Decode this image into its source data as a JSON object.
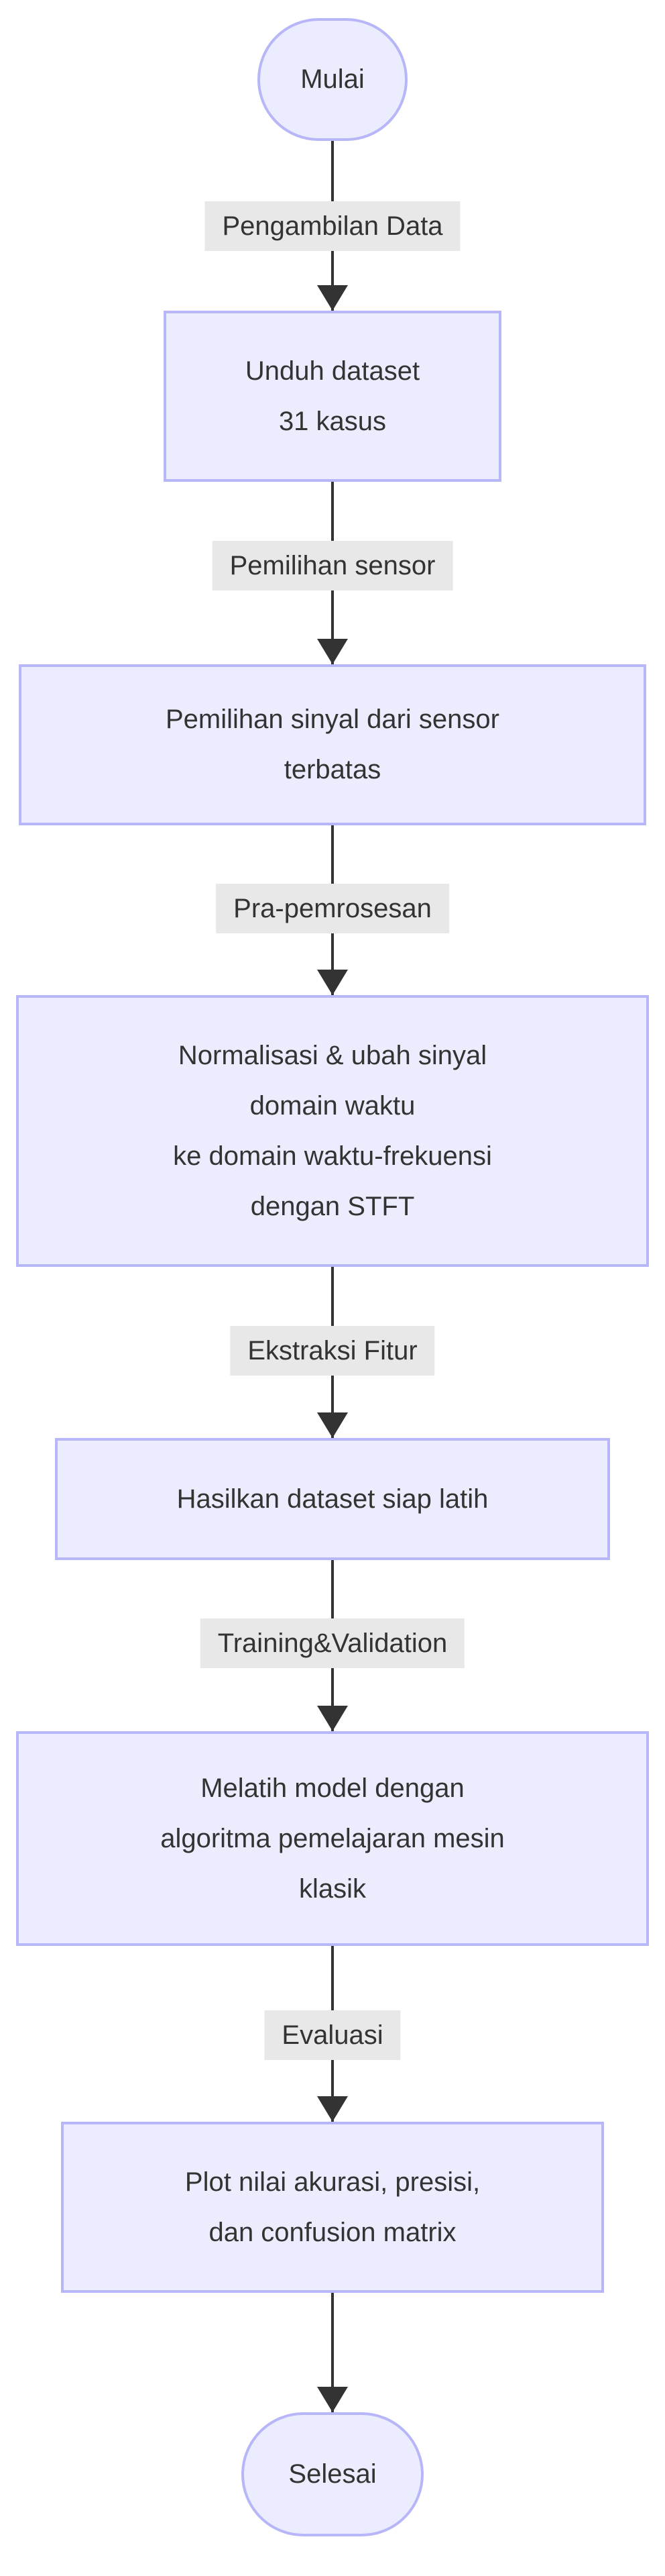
{
  "diagram": {
    "type": "flowchart-top-down",
    "colors": {
      "node_fill": "#ECECFF",
      "node_border": "#b6b6f8",
      "edge_color": "#333333",
      "edge_label_bg": "#e8e8e8",
      "text_color": "#333333",
      "background": "#ffffff"
    },
    "nodes": [
      {
        "id": "start",
        "shape": "stadium",
        "label": "Mulai"
      },
      {
        "id": "download",
        "shape": "rect",
        "label": "Unduh dataset\n31 kasus"
      },
      {
        "id": "select",
        "shape": "rect",
        "label": "Pemilihan sinyal dari sensor\nterbatas"
      },
      {
        "id": "preprocess",
        "shape": "rect",
        "label": "Normalisasi & ubah sinyal\ndomain waktu\nke domain waktu-frekuensi\ndengan STFT"
      },
      {
        "id": "dataset",
        "shape": "rect",
        "label": "Hasilkan dataset siap latih"
      },
      {
        "id": "train",
        "shape": "rect",
        "label": "Melatih model dengan\nalgoritma pemelajaran mesin\nklasik"
      },
      {
        "id": "plot",
        "shape": "rect",
        "label": "Plot nilai akurasi, presisi,\ndan confusion matrix"
      },
      {
        "id": "end",
        "shape": "stadium",
        "label": "Selesai"
      }
    ],
    "edges": [
      {
        "from": "start",
        "to": "download",
        "label": "Pengambilan Data"
      },
      {
        "from": "download",
        "to": "select",
        "label": "Pemilihan sensor"
      },
      {
        "from": "select",
        "to": "preprocess",
        "label": "Pra-pemrosesan"
      },
      {
        "from": "preprocess",
        "to": "dataset",
        "label": "Ekstraksi Fitur"
      },
      {
        "from": "dataset",
        "to": "train",
        "label": "Training&Validation"
      },
      {
        "from": "train",
        "to": "plot",
        "label": "Evaluasi"
      },
      {
        "from": "plot",
        "to": "end",
        "label": ""
      }
    ]
  }
}
